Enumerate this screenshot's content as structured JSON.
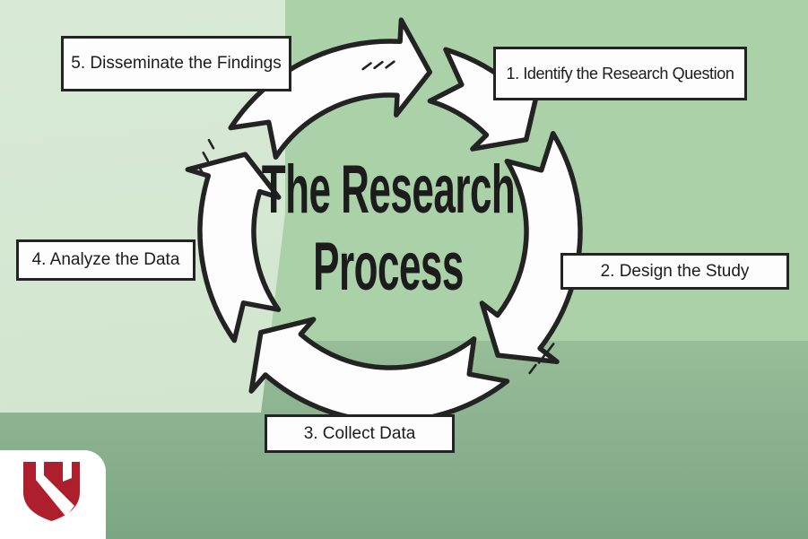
{
  "diagram": {
    "title_line1": "The Research",
    "title_line2": "Process",
    "steps": [
      {
        "label": "1. Identify the Research Question"
      },
      {
        "label": "2. Design the Study"
      },
      {
        "label": "3. Collect Data"
      },
      {
        "label": "4. Analyze the Data"
      },
      {
        "label": "5. Disseminate the Findings"
      }
    ]
  },
  "logo": {
    "name": "red shield with white N monogram",
    "letter": "N",
    "shield_color": "#ad1f2d",
    "card_color": "#ffffff"
  },
  "colors": {
    "bg_light": "#d7e9d5",
    "bg_mid": "#abd1a8",
    "bg_dark_top": "#97bc98",
    "bg_dark_bottom": "#7ca683",
    "arrow_fill": "#fdfdfd",
    "outline": "#232323",
    "label_bg": "#fdfdfd",
    "text": "#1c1c1c",
    "card": "#ffffff"
  }
}
